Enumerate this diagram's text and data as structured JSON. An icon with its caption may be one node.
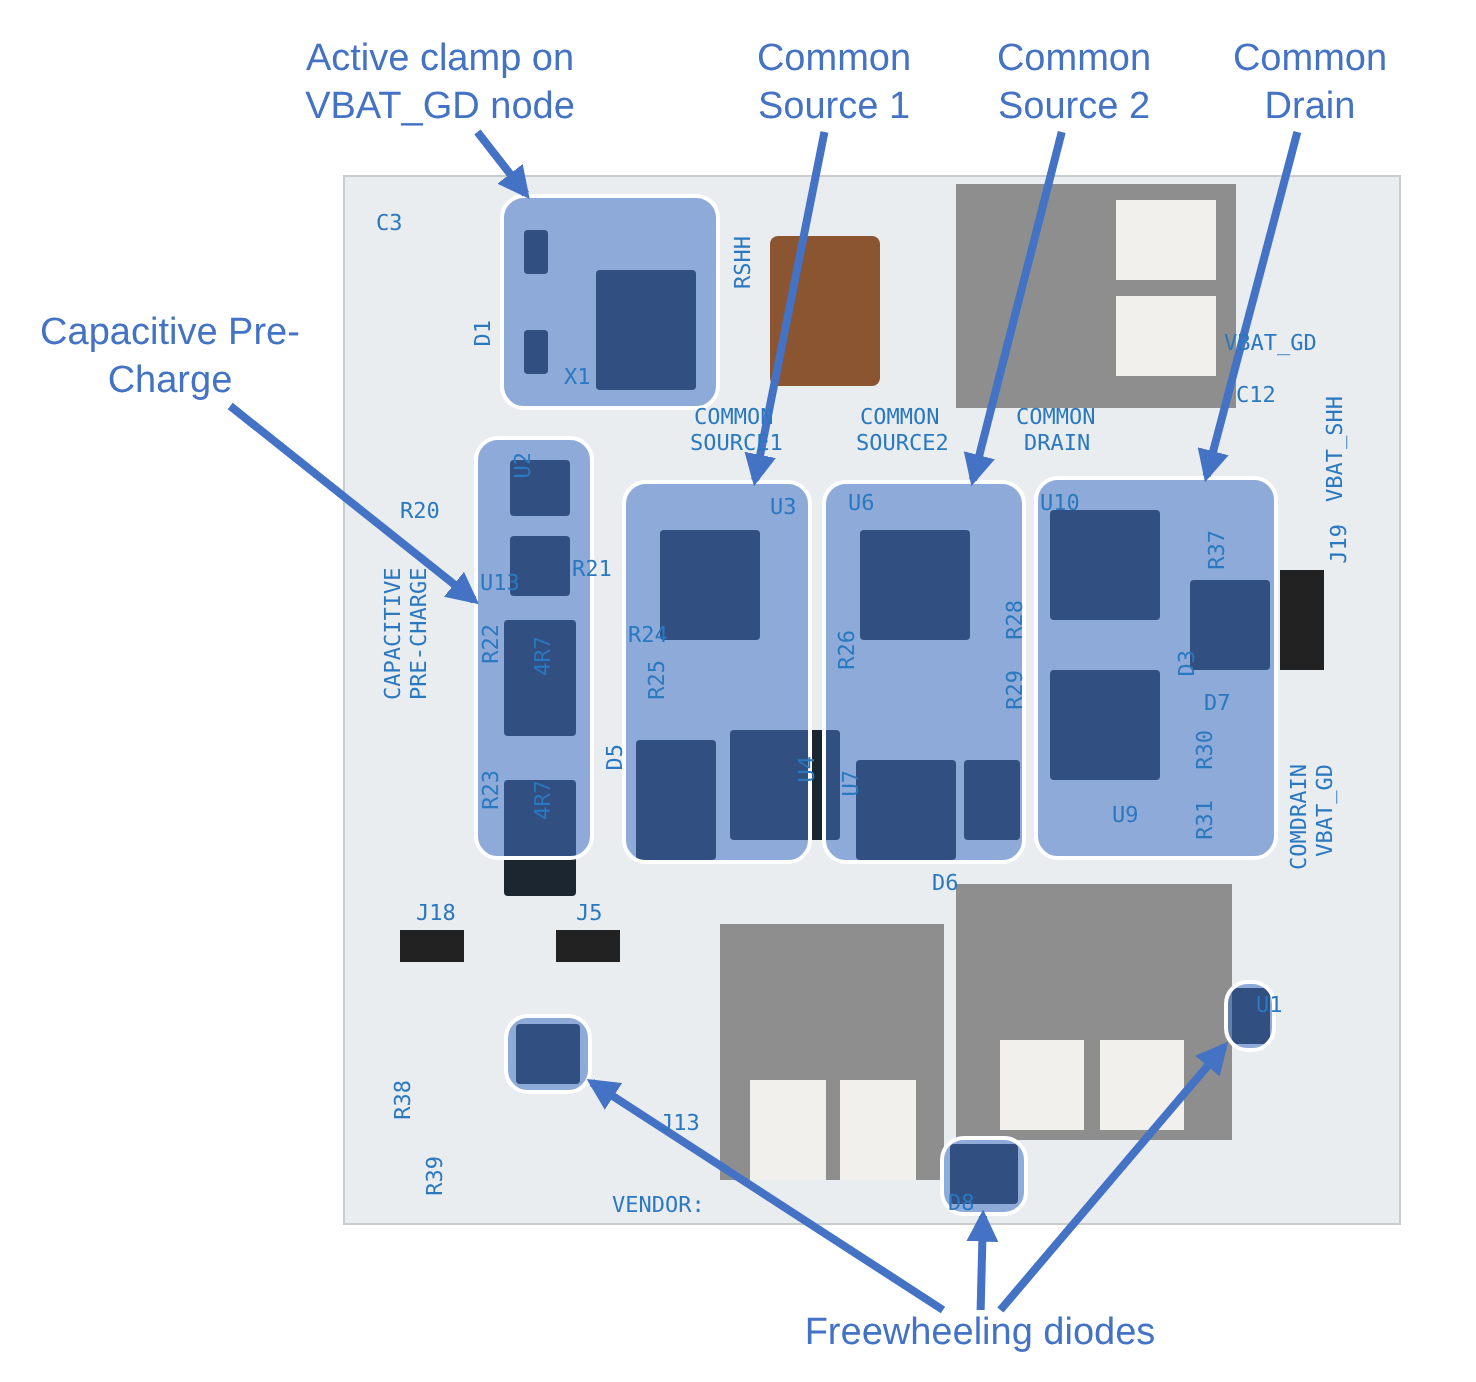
{
  "diagram": {
    "nodes": [
      {
        "text": [
          "Active clamp on VBAT_GD node"
        ]
      },
      {
        "text": [
          "Common Source 1"
        ]
      },
      {
        "text": [
          "Common Source 2"
        ]
      },
      {
        "text": [
          "Common Drain"
        ]
      },
      {
        "text": [
          "Capacitive Pre-Charge"
        ]
      },
      {
        "text": [
          "Freewheeling diodes"
        ]
      },
      {
        "text": [],
        "shape": "box"
      },
      {
        "text": [],
        "shape": "box"
      },
      {
        "text": [],
        "shape": "box"
      },
      {
        "text": [],
        "shape": "box"
      },
      {
        "text": [],
        "shape": "box"
      },
      {
        "text": [],
        "shape": "box"
      },
      {
        "text": [],
        "shape": "box"
      },
      {
        "text": [],
        "shape": "box"
      }
    ],
    "edges": [
      {
        "from": 0,
        "to": 6,
        "arrow": "to"
      },
      {
        "from": 1,
        "to": 8,
        "arrow": "to"
      },
      {
        "from": 2,
        "to": 9,
        "arrow": "to"
      },
      {
        "from": 3,
        "to": 10,
        "arrow": "to"
      },
      {
        "from": 4,
        "to": 7,
        "arrow": "to"
      },
      {
        "from": 5,
        "to": 11,
        "arrow": "to"
      },
      {
        "from": 5,
        "to": 12,
        "arrow": "to"
      },
      {
        "from": 5,
        "to": 13,
        "arrow": "to"
      }
    ],
    "labels": [
      "C3",
      "D1",
      "X1",
      "RSHH",
      "COMMON",
      "SOURCE1",
      "COMMON",
      "SOURCE2",
      "COMMON",
      "DRAIN",
      "VBAT_GD",
      "C12",
      "VBAT_SHH",
      "J19",
      "U2",
      "R20",
      "U13",
      "R21",
      "CAPACITIVE PRE-CHARGE",
      "R22",
      "4R7",
      "R23",
      "4R7",
      "U3",
      "R24",
      "R25",
      "D5",
      "U4",
      "U6",
      "R26",
      "R28",
      "R29",
      "U7",
      "U10",
      "R37",
      "D3",
      "D7",
      "R30",
      "R31",
      "U9",
      "COMDRAIN",
      "VBAT_GD",
      "D6",
      "J18",
      "J5",
      "R38",
      "R39",
      "J13",
      "VENDOR:",
      "D8",
      "U1"
    ]
  }
}
